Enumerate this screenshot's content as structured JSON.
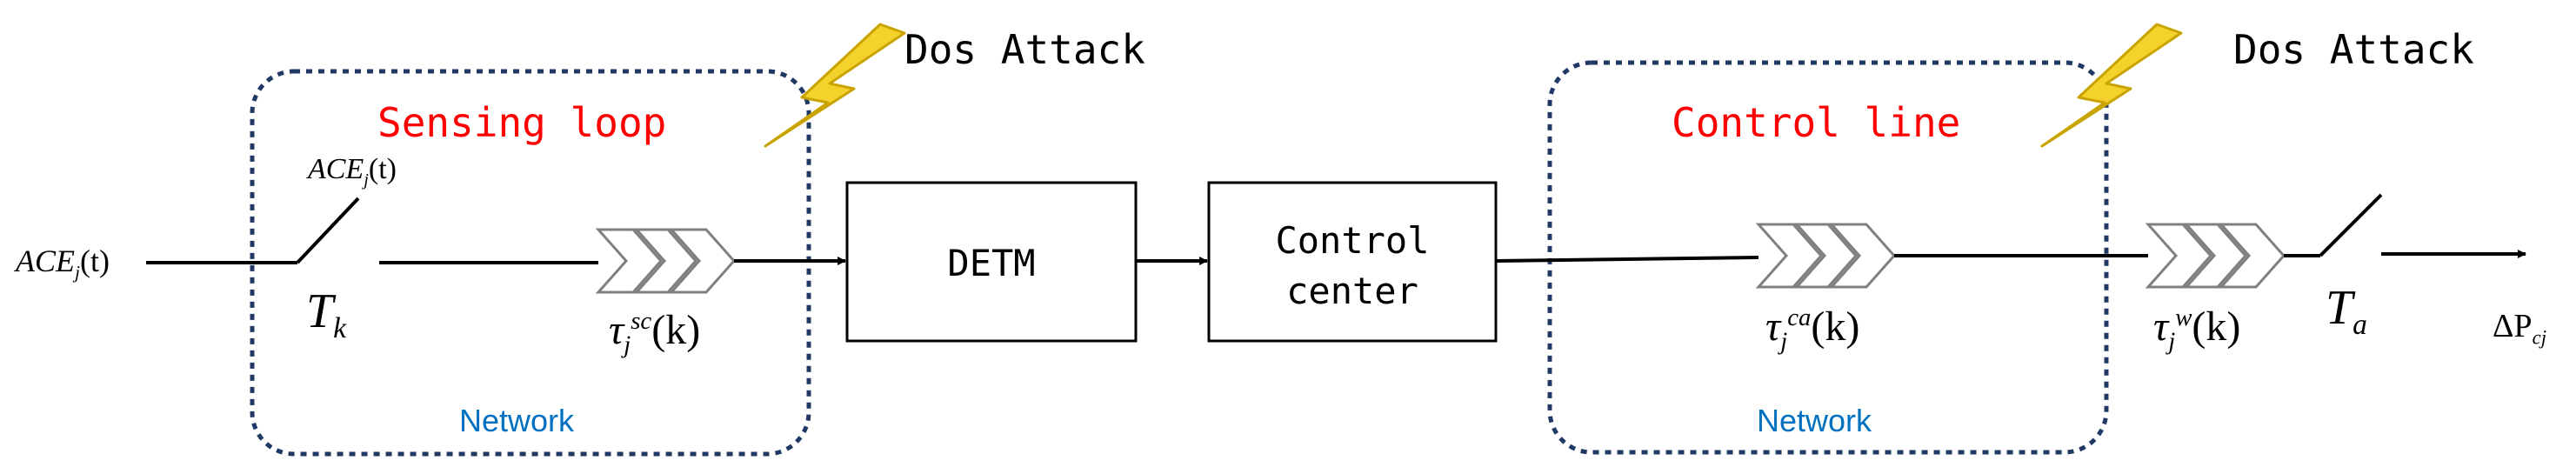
{
  "colors": {
    "region_border": "#1f3864",
    "region_title": "#ff0000",
    "network_label": "#0070c0",
    "lightning": "#f5d22b",
    "lightning_edge": "#c9a400",
    "line": "#000000",
    "delay_stroke": "#808080"
  },
  "icons": [
    "lightning-icon",
    "switch-icon",
    "delay-chevron-icon",
    "arrow-icon"
  ],
  "sensing": {
    "title": "Sensing loop",
    "network_label": "Network",
    "attack_label": "Dos Attack"
  },
  "control": {
    "title": "Control line",
    "network_label": "Network",
    "attack_label": "Dos Attack"
  },
  "input": {
    "label_main": "ACE",
    "label_sub": "j",
    "label_arg": "(t)"
  },
  "switch_k": {
    "top_main": "ACE",
    "top_sub": "j",
    "top_arg": "(t)",
    "name_main": "T",
    "name_sub": "k"
  },
  "delay_sc": {
    "main": "τ",
    "sub": "j",
    "sup": "sc",
    "arg": "(k)"
  },
  "delay_ca": {
    "main": "τ",
    "sub": "j",
    "sup": "ca",
    "arg": "(k)"
  },
  "delay_w": {
    "main": "τ",
    "sub": "j",
    "sup": "w",
    "arg": "(k)"
  },
  "blocks": {
    "detm": "DETM",
    "control_line1": "Control",
    "control_line2": "center"
  },
  "switch_a": {
    "name_main": "T",
    "name_sub": "a"
  },
  "output": {
    "main": "ΔP",
    "sub": "cj"
  }
}
